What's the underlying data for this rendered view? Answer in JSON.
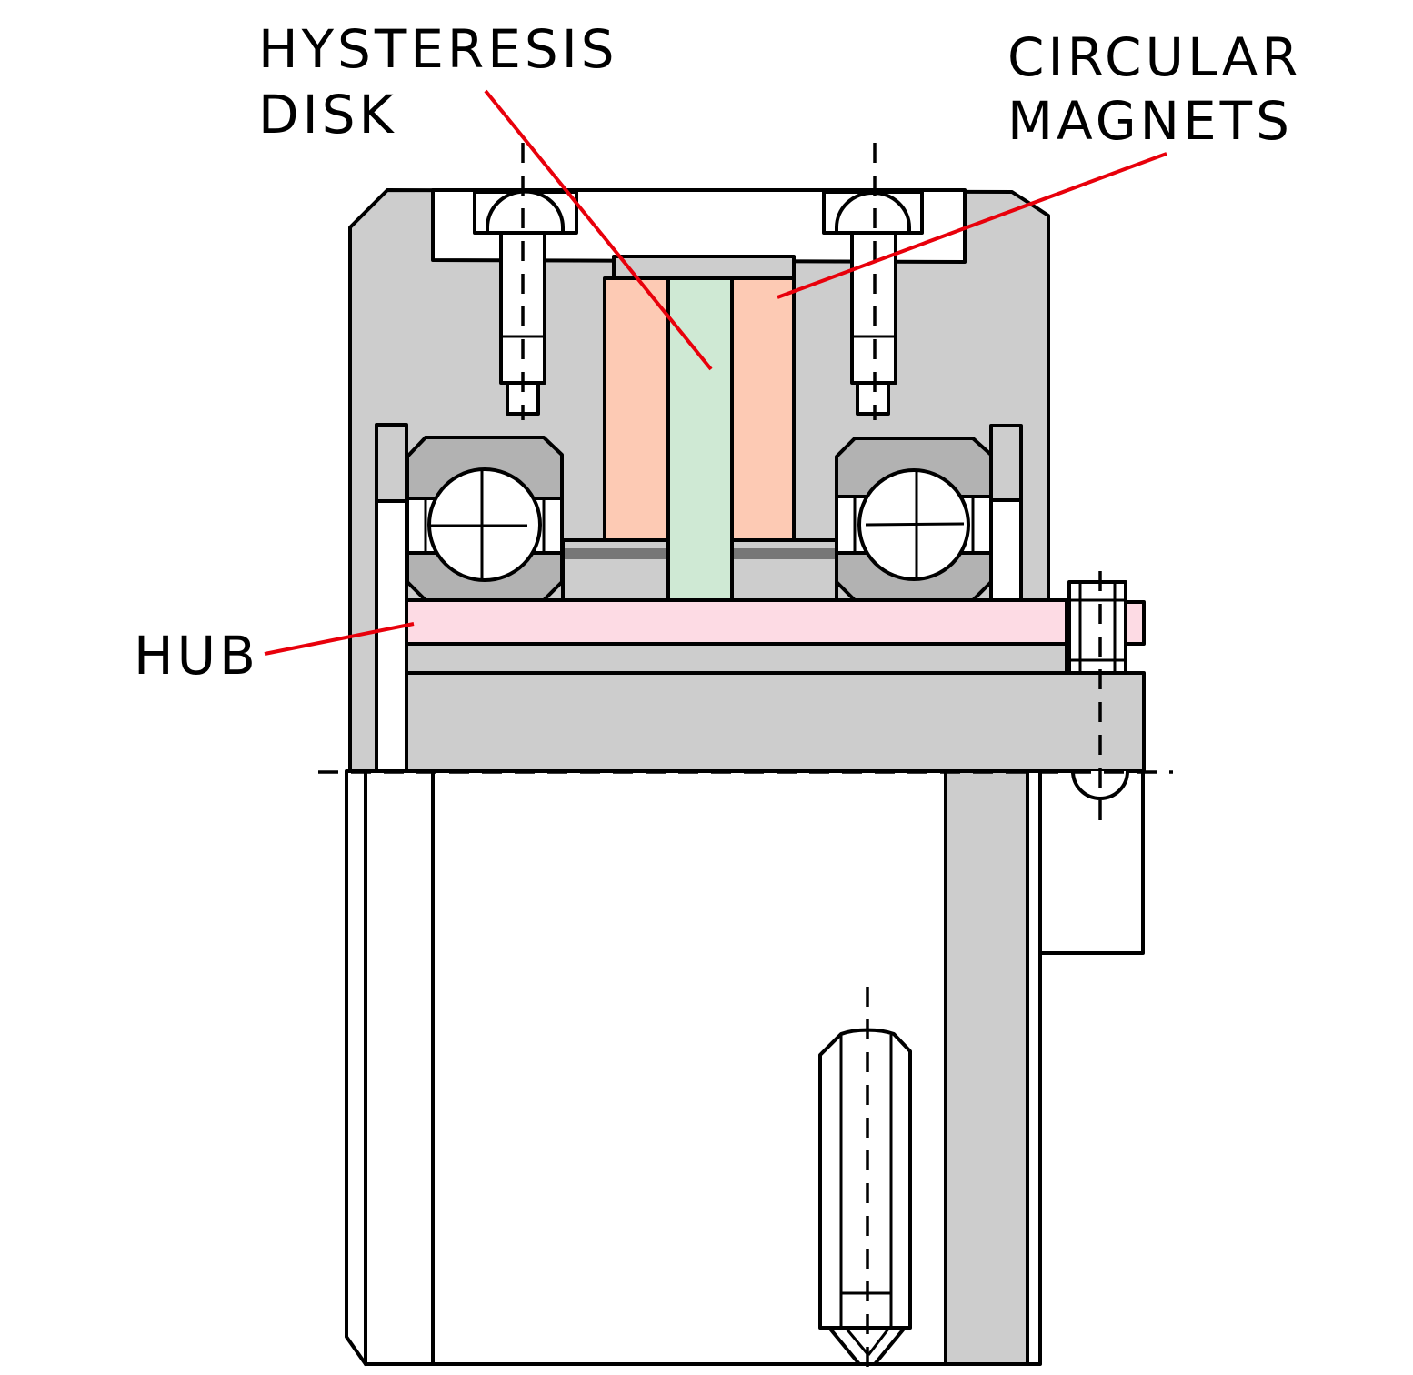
{
  "labels": {
    "hysteresis_disk": [
      "HYSTERESIS",
      "DISK"
    ],
    "circular_magnets": [
      "CIRCULAR",
      "MAGNETS"
    ],
    "hub": [
      "HUB"
    ]
  },
  "colors": {
    "housing": "#cdcdcd",
    "bearing_race": "#b2b2b2",
    "magnet": "#fdcab4",
    "hysteresis_disk": "#cfe9d4",
    "hub": "#fddbe4",
    "leader_line": "#e8000b",
    "outline": "#000000"
  }
}
